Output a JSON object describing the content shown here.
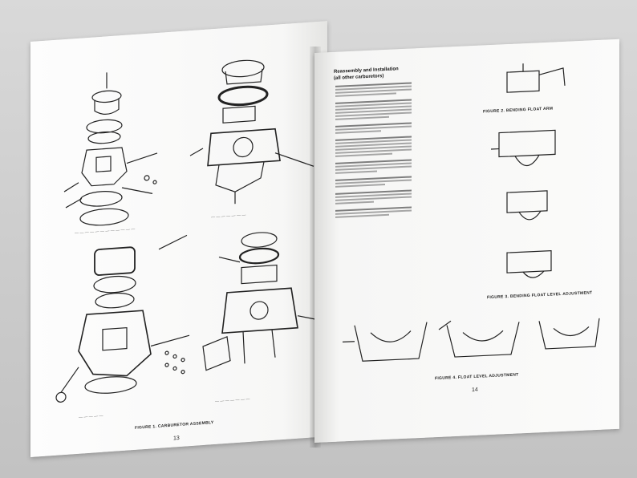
{
  "left_page": {
    "figure_caption": "FIGURE 1. CARBURETOR ASSEMBLY",
    "page_number": "13"
  },
  "right_page": {
    "heading_line1": "Reassembly and Installation",
    "heading_line2": "(all other carburetors)",
    "caption_fig2": "FIGURE 2. BENDING FLOAT ARM",
    "caption_fig3": "FIGURE 3. BENDING FLOAT LEVEL ADJUSTMENT",
    "caption_fig4": "FIGURE 4. FLOAT LEVEL ADJUSTMENT",
    "page_number": "14"
  },
  "colors": {
    "paper": "#fbfbfa",
    "ink": "#222222",
    "background": "#cfcfcf"
  }
}
